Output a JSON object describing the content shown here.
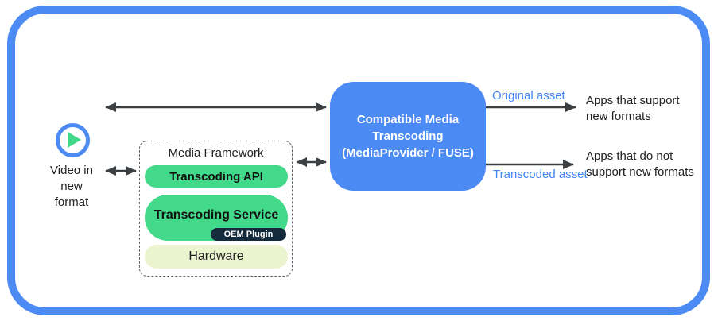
{
  "source": {
    "icon": "play-icon",
    "label": "Video in\nnew\nformat"
  },
  "media_framework": {
    "title": "Media Framework",
    "layers": [
      {
        "label": "Transcoding API"
      },
      {
        "label": "Transcoding Service",
        "sub": "OEM Plugin"
      },
      {
        "label": "Hardware"
      }
    ]
  },
  "transcoder": {
    "label": "Compatible Media\nTranscoding\n(MediaProvider / FUSE)"
  },
  "outputs": [
    {
      "asset": "Original asset",
      "target": "Apps that support\nnew formats"
    },
    {
      "asset": "Transcoded asset",
      "target": "Apps that do not\nsupport new formats"
    }
  ],
  "colors": {
    "frame_blue": "#4C8BF4",
    "label_blue": "#4285F4",
    "pill_green": "#42D98A",
    "oem_navy": "#142A3D",
    "hardware_pale": "#ECF3CF",
    "arrow_gray": "#3C4043"
  }
}
